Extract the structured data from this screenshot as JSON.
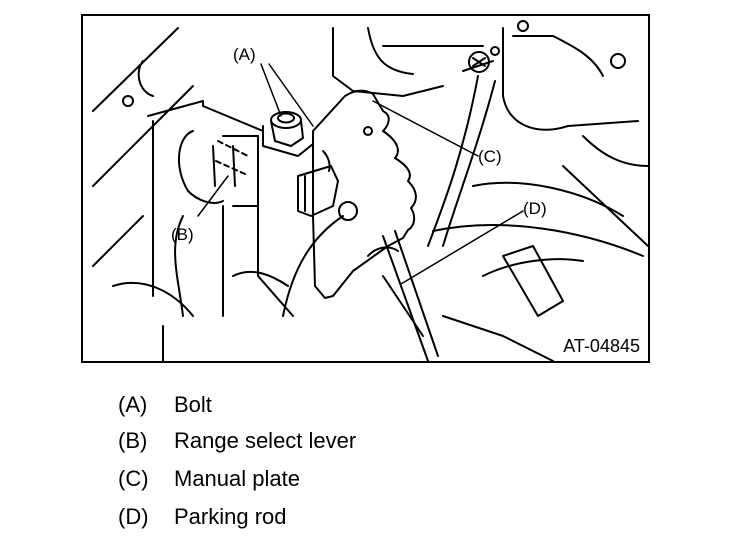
{
  "figure": {
    "id_label": "AT-04845",
    "callouts": {
      "a": "(A)",
      "b": "(B)",
      "c": "(C)",
      "d": "(D)"
    }
  },
  "legend": [
    {
      "key": "(A)",
      "text": "Bolt"
    },
    {
      "key": "(B)",
      "text": "Range select lever"
    },
    {
      "key": "(C)",
      "text": "Manual plate"
    },
    {
      "key": "(D)",
      "text": "Parking rod"
    }
  ]
}
